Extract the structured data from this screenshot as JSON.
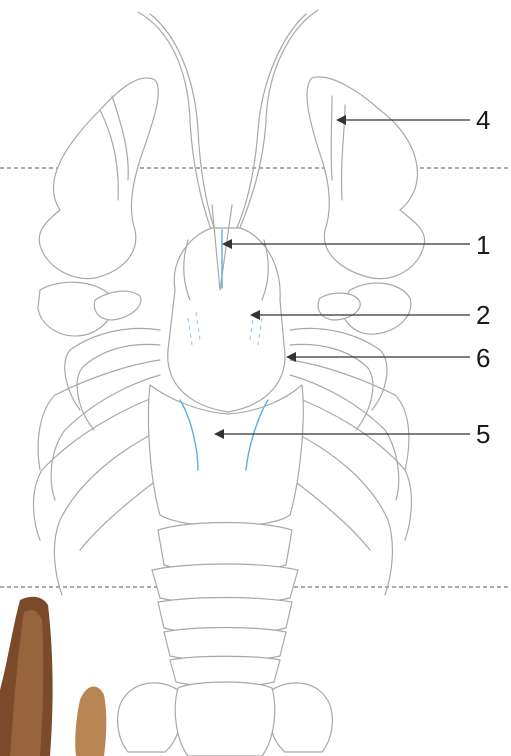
{
  "figure": {
    "callouts": [
      {
        "id": "callout-1",
        "number": "1"
      },
      {
        "id": "callout-2",
        "number": "2"
      },
      {
        "id": "callout-4",
        "number": "4"
      },
      {
        "id": "callout-5",
        "number": "5"
      },
      {
        "id": "callout-6",
        "number": "6"
      }
    ]
  },
  "colors": {
    "outline": "#a8a8a8",
    "highlight": "#5aaee0",
    "arrow": "#333333",
    "specimen": "#7a4a2a",
    "background": "#ffffff"
  }
}
